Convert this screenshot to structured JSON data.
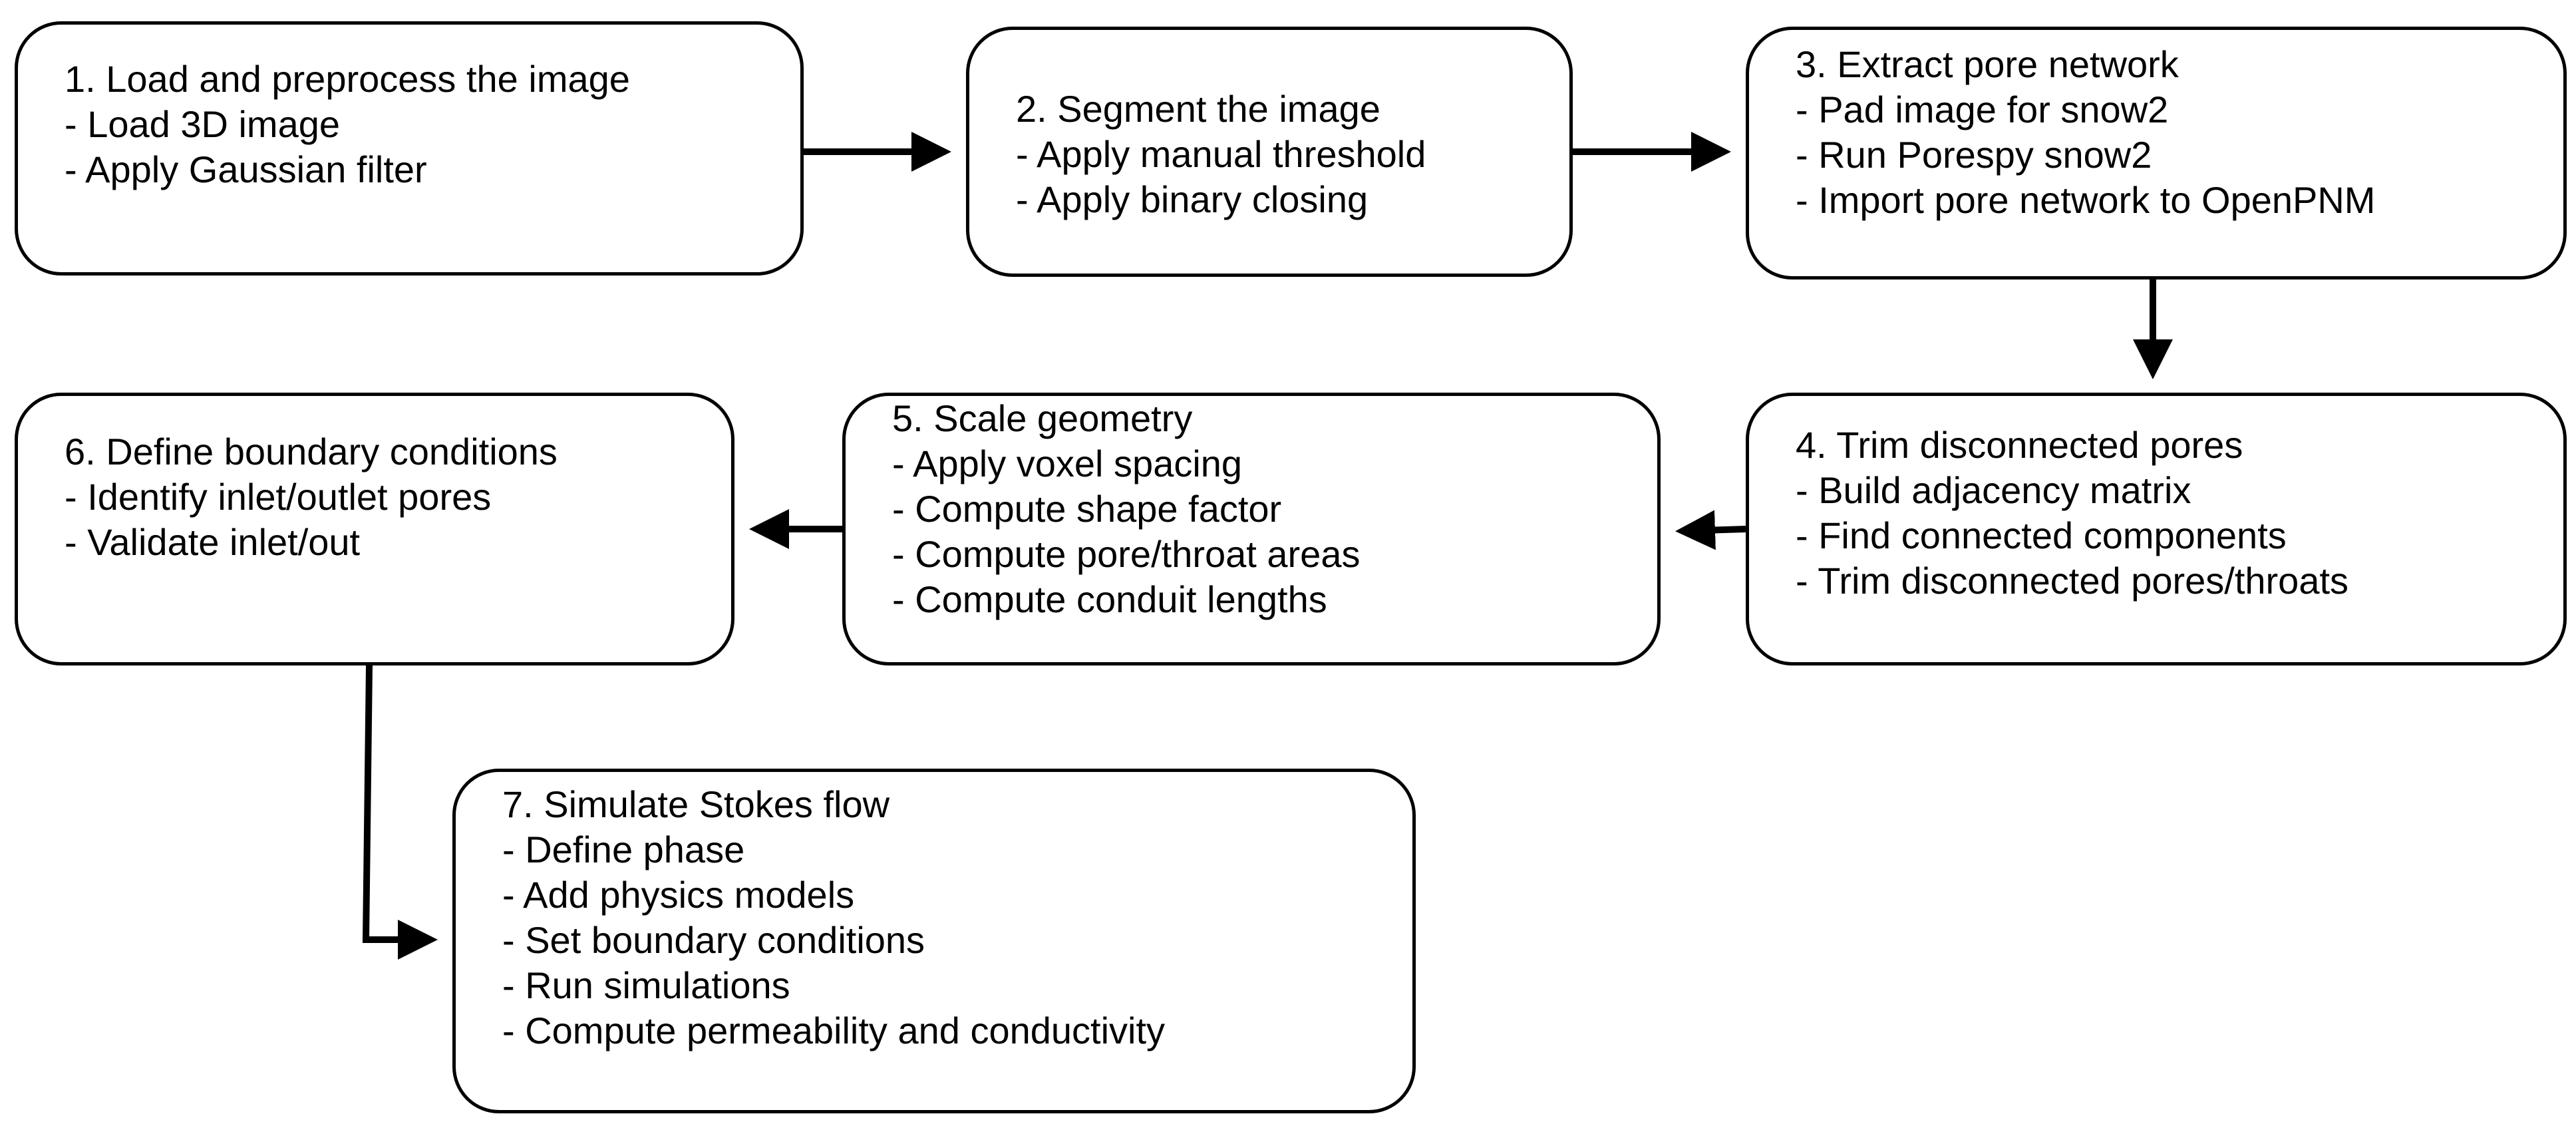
{
  "steps": [
    {
      "title": "1. Load and preprocess the image",
      "items": [
        "- Load 3D image",
        "- Apply Gaussian filter"
      ]
    },
    {
      "title": "2. Segment the image",
      "items": [
        "- Apply manual threshold",
        "- Apply binary closing"
      ]
    },
    {
      "title": "3. Extract pore network",
      "items": [
        "- Pad image for snow2",
        "- Run Porespy snow2",
        "- Import pore network to OpenPNM"
      ]
    },
    {
      "title": "4. Trim disconnected pores",
      "items": [
        "- Build adjacency matrix",
        "- Find connected components",
        "- Trim disconnected pores/throats"
      ]
    },
    {
      "title": "5. Scale geometry",
      "items": [
        "- Apply voxel spacing",
        "- Compute shape factor",
        "- Compute pore/throat areas",
        "- Compute conduit lengths"
      ]
    },
    {
      "title": "6. Define boundary conditions",
      "items": [
        "- Identify inlet/outlet pores",
        "- Validate inlet/out"
      ]
    },
    {
      "title": "7. Simulate Stokes flow",
      "items": [
        "- Define phase",
        "- Add physics models",
        "- Set boundary conditions",
        "- Run simulations",
        "- Compute permeability and conductivity"
      ]
    }
  ],
  "style": {
    "line_color": "#000000",
    "box_fill": "#ffffff"
  }
}
